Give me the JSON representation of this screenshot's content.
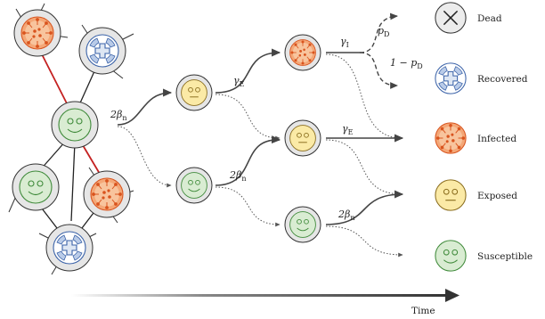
{
  "transitions": {
    "infect_rate_1": "2β",
    "infect_rate_1_sub": "n",
    "infect_rate_2": "2β",
    "infect_rate_2_sub": "n",
    "infect_rate_3": "2β",
    "infect_rate_3_sub": "n",
    "gamma_e_1": "γ",
    "gamma_e_1_sub": "E",
    "gamma_e_2": "γ",
    "gamma_e_2_sub": "E",
    "gamma_i": "γ",
    "gamma_i_sub": "I",
    "p_death": "p",
    "p_death_sub": "D",
    "p_recover": "1 − p",
    "p_recover_sub": "D"
  },
  "legend": {
    "dead": "Dead",
    "recovered": "Recovered",
    "infected": "Infected",
    "exposed": "Exposed",
    "susceptible": "Susceptible"
  },
  "axis": {
    "time_label": "Time"
  },
  "colors": {
    "susceptible_fill": "#d9ecd2",
    "susceptible_stroke": "#3f8a3a",
    "exposed_fill": "#fbeaa6",
    "exposed_stroke": "#8a6d1e",
    "infected_fill": "#f4a777",
    "infected_stroke": "#d9541e",
    "recovered_fill": "#dde6f3",
    "recovered_stroke": "#3a62a8",
    "network_outer": "#e6e6e6",
    "red_edge": "#c42121"
  }
}
